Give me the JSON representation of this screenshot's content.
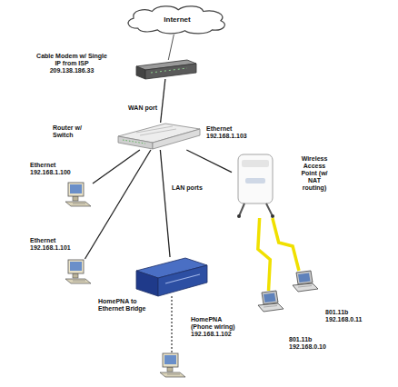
{
  "diagram": {
    "nodes": [
      {
        "text": [
          "Internet"
        ]
      },
      {
        "text": [
          "Cable Modem w/ Single IP from ISP 209.138.186.33"
        ]
      },
      {
        "text": [
          "Router w/ Switch"
        ]
      },
      {
        "text": [
          "Ethernet 192.168.1.100"
        ]
      },
      {
        "text": [
          "Ethernet 192.168.1.101"
        ]
      },
      {
        "text": [
          "HomePNA to Ethernet Bridge"
        ]
      },
      {
        "text": [
          "HomePNA (Phone wiring) 192.168.1.102"
        ]
      },
      {
        "text": [
          "Wireless Access Point (w/ NAT routing)"
        ]
      },
      {
        "text": [
          "801.11b 192.168.0.11"
        ]
      },
      {
        "text": [
          "801.11b 192.168.0.10"
        ]
      }
    ],
    "edges": [
      {
        "from": 0,
        "to": 1,
        "arrow": "none"
      },
      {
        "from": 1,
        "to": 2,
        "label": "WAN port",
        "arrow": "none"
      },
      {
        "from": 2,
        "to": 3,
        "arrow": "none"
      },
      {
        "from": 2,
        "to": 4,
        "arrow": "none"
      },
      {
        "from": 2,
        "to": 5,
        "arrow": "none"
      },
      {
        "from": 5,
        "to": 6,
        "arrow": "none"
      },
      {
        "from": 2,
        "to": 7,
        "label": "Ethernet 192.168.1.103",
        "arrow": "none"
      },
      {
        "from": 7,
        "to": 8,
        "arrow": "none"
      },
      {
        "from": 7,
        "to": 9,
        "arrow": "none"
      }
    ],
    "labels": [
      "LAN ports"
    ]
  }
}
